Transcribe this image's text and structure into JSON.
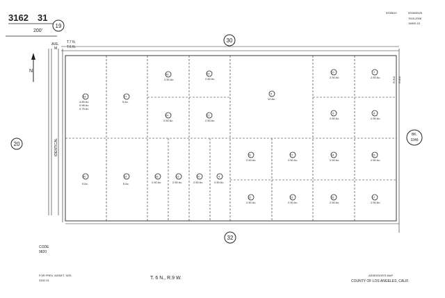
{
  "header": {
    "book": "3162",
    "page": "31",
    "scale": "200'",
    "codes_right": [
      "9205610",
      "920605525",
      "7615-2008",
      "16800-15"
    ],
    "section_top_left": "19"
  },
  "township": {
    "range_tr": [
      "T.7 N.",
      "T.6 N."
    ],
    "ave_label": "AVE.",
    "ave_sub": "M",
    "footer": "T. 6 N., R.9 W."
  },
  "sections": {
    "top": "30",
    "left": "20",
    "bottom": "32"
  },
  "book_ref": {
    "label": "BK.",
    "number": "3346"
  },
  "road_labels": {
    "identical": "IDENTICAL",
    "rw_top": "R.9W.",
    "rw_bottom": "R.8W."
  },
  "north": "N",
  "code": {
    "label": "CODE",
    "value": "9820"
  },
  "footnote": {
    "line1": "FOR PREV. ASSM'T. SEE:",
    "line2": "3162-31"
  },
  "assessor": {
    "line1": "ASSESSOR'S MAP",
    "line2": "COUNTY OF LOS ANGELES, CALIF."
  },
  "parcels": [
    {
      "num": "26",
      "area": "2.50 Ac."
    },
    {
      "num": "23",
      "area": "2.50 Ac."
    },
    {
      "num": "10",
      "area": "2.50 Ac."
    },
    {
      "num": "7",
      "area": "2.50 Ac."
    },
    {
      "num": "28",
      "area": ""
    },
    {
      "num": "27",
      "area": "5 Ac."
    },
    {
      "num": "5",
      "area": "10 Ac."
    },
    {
      "num": "24",
      "area": "2.50 Ac."
    },
    {
      "num": "22",
      "area": "2.50 Ac."
    },
    {
      "num": "9",
      "area": "2.50 Ac."
    },
    {
      "num": "8",
      "area": "2.50 Ac."
    },
    {
      "num": "11",
      "area": "2.50 Ac."
    },
    {
      "num": "17",
      "area": "2.50 Ac."
    },
    {
      "num": "14",
      "area": "2.50 Ac."
    },
    {
      "num": "15",
      "area": "2.50 Ac."
    },
    {
      "num": "30",
      "area": "5 Ac."
    },
    {
      "num": "19",
      "area": "5 Ac."
    },
    {
      "num": "18",
      "area": "2.50 Ac."
    },
    {
      "num": "13",
      "area": "2.50 Ac."
    },
    {
      "num": "20",
      "area": "2.50 Ac."
    },
    {
      "num": "4",
      "area": "2.50 Ac."
    },
    {
      "num": "12",
      "area": "2.50 Ac."
    },
    {
      "num": "13",
      "area": "2.50 Ac."
    },
    {
      "num": "16",
      "area": "2.50 Ac."
    },
    {
      "num": "17",
      "area": "2.50 Ac."
    }
  ],
  "parcel_28_areas": [
    "4.89 Ac.",
    "0.98 Ac.",
    "4.78 Ac."
  ]
}
